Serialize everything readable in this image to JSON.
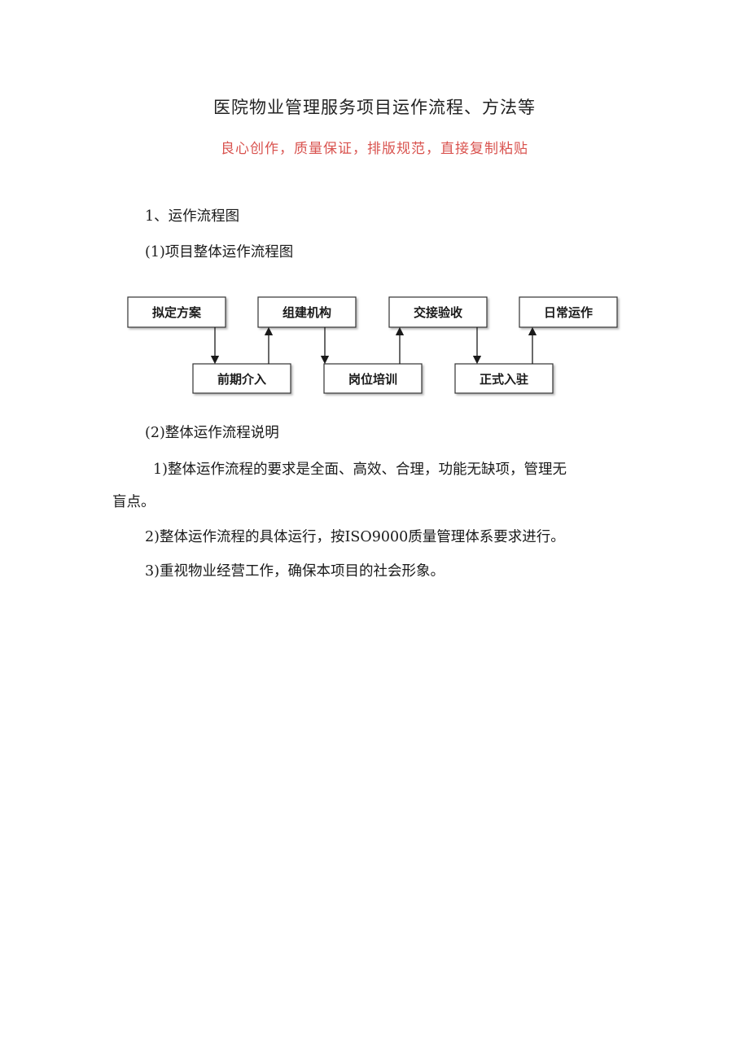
{
  "document": {
    "title": "医院物业管理服务项目运作流程、方法等",
    "subtitle": "良心创作，质量保证，排版规范，直接复制粘贴",
    "section_heading": "1、运作流程图",
    "sub_heading_1": "(1)项目整体运作流程图",
    "sub_heading_2": "(2)整体运作流程说明",
    "item_1_line1": "1)整体运作流程的要求是全面、高效、合理，功能无缺项，管理无",
    "item_1_line2": "盲点。",
    "item_2": "2)整体运作流程的具体运行，按ISO9000质量管理体系要求进行。",
    "item_3": "3)重视物业经营工作，确保本项目的社会形象。"
  },
  "flowchart": {
    "top_steps": [
      "拟定方案",
      "组建机构",
      "交接验收",
      "日常运作"
    ],
    "bottom_steps": [
      "前期介入",
      "岗位培训",
      "正式入驻"
    ]
  }
}
